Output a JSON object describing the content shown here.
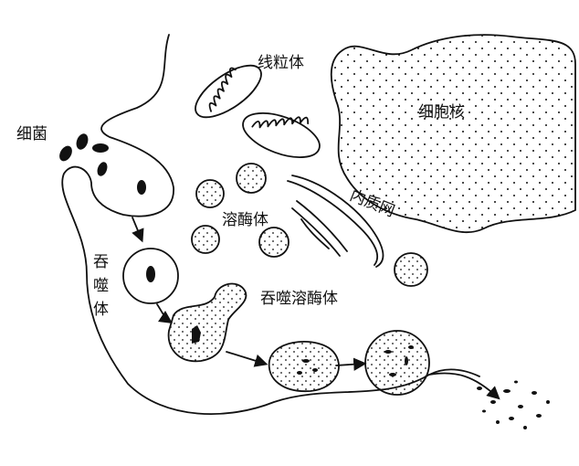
{
  "title": "Phagocytosis diagram",
  "labels": {
    "bacteria": "细菌",
    "mitochondria": "线粒体",
    "nucleus": "细胞核",
    "endoplasmic_reticulum": "内质网",
    "lysosome": "溶酶体",
    "phagosome": [
      "吞",
      "噬",
      "体"
    ],
    "phagolysosome": "吞噬溶酶体"
  },
  "colors": {
    "ink": "#111111",
    "background": "#ffffff"
  }
}
